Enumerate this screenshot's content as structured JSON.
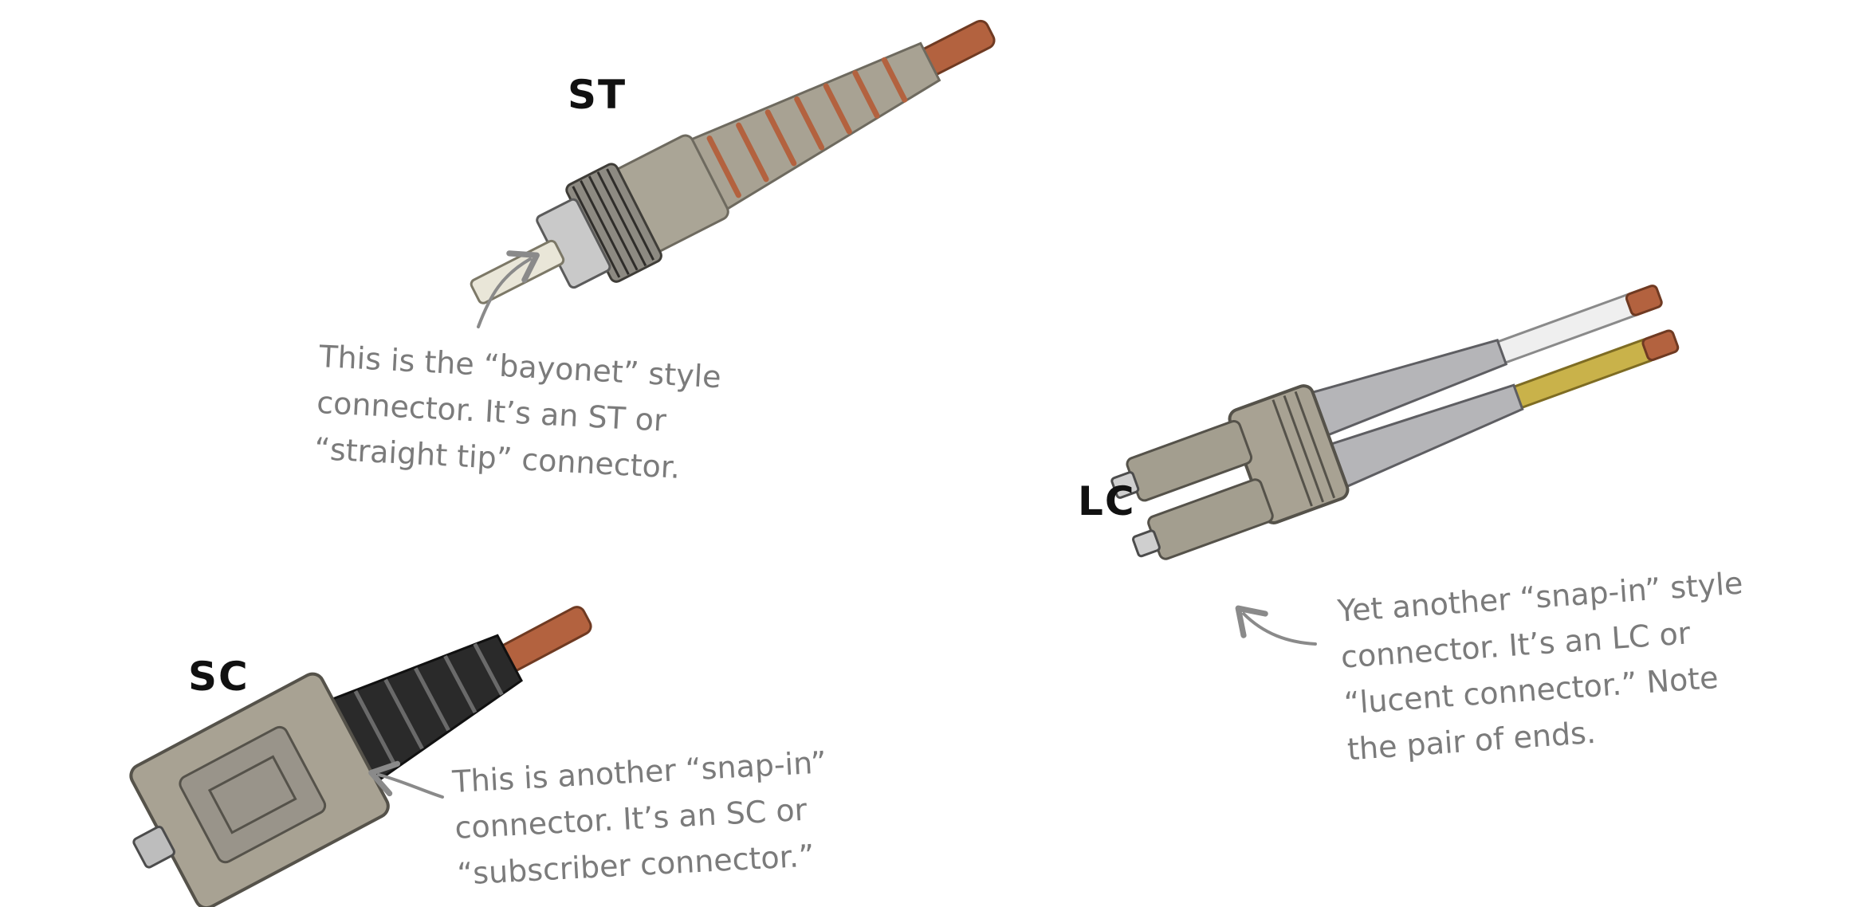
{
  "connectors": [
    {
      "id": "st",
      "label": "ST",
      "note_lines": [
        "This is the “bayonet” style",
        "connector. It’s an ST or",
        "“straight tip” connector."
      ]
    },
    {
      "id": "sc",
      "label": "SC",
      "note_lines": [
        "This is another “snap-in”",
        "connector. It’s an SC or",
        "“subscriber connector.”"
      ]
    },
    {
      "id": "lc",
      "label": "LC",
      "note_lines": [
        "Yet another “snap-in” style",
        "connector. It’s an LC or",
        "“lucent connector.” Note",
        "the pair of ends."
      ]
    }
  ],
  "colors": {
    "label": "#111111",
    "note": "#7b7b7b",
    "arrow": "#8a8a8a",
    "housing": "#a8a293",
    "housing_dark": "#6e6a5f",
    "boot_gray": "#b5b5b8",
    "ferrule": "#e9e6d8",
    "fiber_copper": "#b3623f",
    "fiber_white": "#efefef",
    "fiber_yellow": "#c9b24a",
    "boot_black": "#2a2a2a"
  }
}
